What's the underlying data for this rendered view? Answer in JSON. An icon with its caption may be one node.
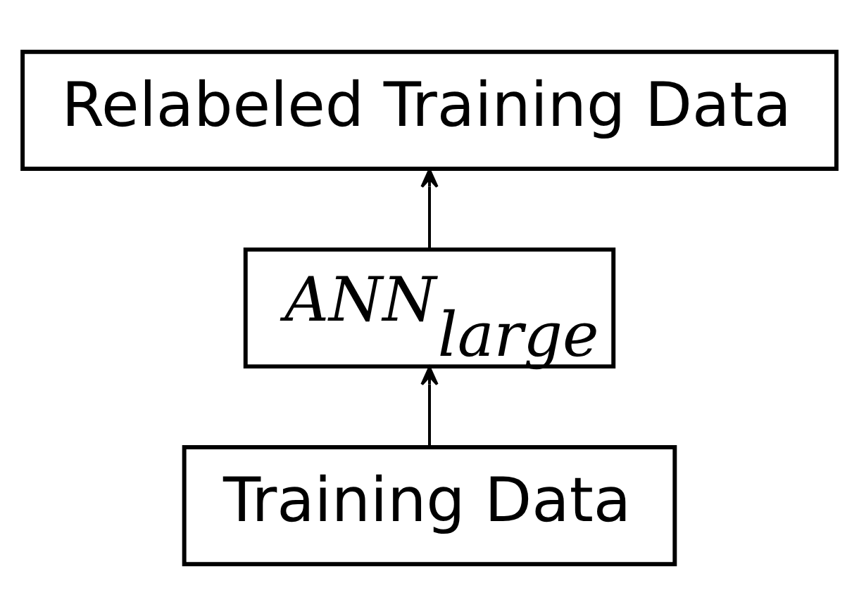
{
  "diagram": {
    "nodes": [
      {
        "text": [
          "Relabeled Training Data"
        ]
      },
      {
        "text": [
          "ANN$_{large}$"
        ]
      },
      {
        "text": [
          "Training Data"
        ]
      }
    ],
    "edges": [
      {
        "from": 2,
        "to": 1,
        "arrow": "to"
      },
      {
        "from": 1,
        "to": 0,
        "arrow": "to"
      }
    ]
  }
}
